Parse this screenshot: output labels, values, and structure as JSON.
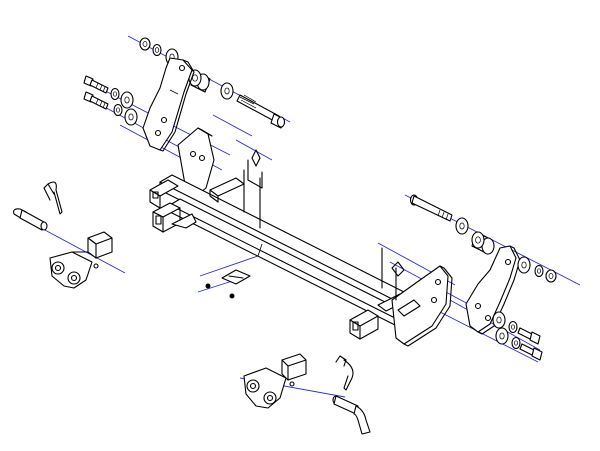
{
  "diagram": {
    "type": "exploded-assembly",
    "line_color": "#000000",
    "axis_color": "#2b2bd9",
    "background": "#ffffff",
    "parts": [
      "main-crossbar",
      "left-mounting-bracket",
      "right-mounting-bracket",
      "left-tow-tab",
      "right-tow-tab",
      "left-hitch-pin",
      "right-hitch-pin",
      "left-hairpin-clip",
      "right-hairpin-clip",
      "left-carriage-bolt",
      "right-carriage-bolt",
      "spacer-sleeves",
      "hex-bolts",
      "flat-washers",
      "lock-washers",
      "hex-nuts",
      "center-support-plate",
      "safety-cable-clips"
    ]
  }
}
